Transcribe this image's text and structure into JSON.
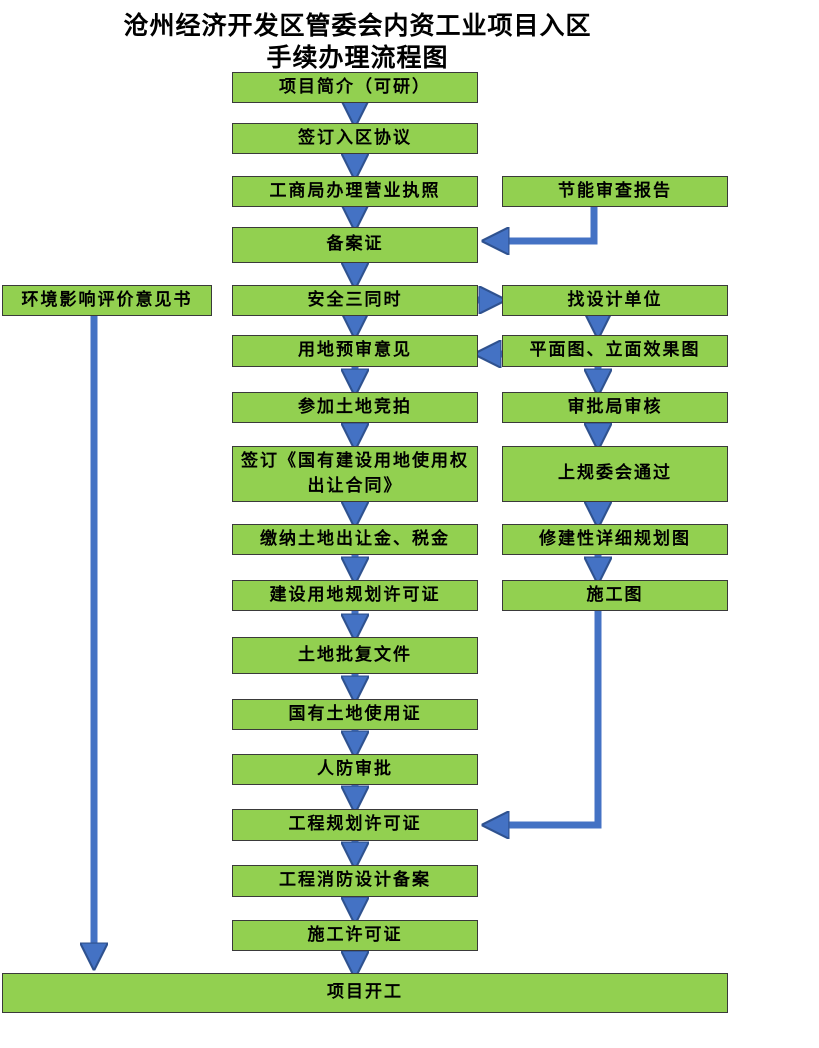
{
  "title": {
    "line1": "沧州经济开发区管委会内资工业项目入区",
    "line2": "手续办理流程图"
  },
  "main_steps": [
    "项目简介（可研）",
    "签订入区协议",
    "工商局办理营业执照",
    "备案证",
    "安全三同时",
    "用地预审意见",
    "参加土地竞拍",
    "签订《国有建设用地使用权出让合同》",
    "缴纳土地出让金、税金",
    "建设用地规划许可证",
    "土地批复文件",
    "国有土地使用证",
    "人防审批",
    "工程规划许可证",
    "工程消防设计备案",
    "施工许可证"
  ],
  "right_steps": [
    "节能审查报告",
    "找设计单位",
    "平面图、立面效果图",
    "审批局审核",
    "上规委会通过",
    "修建性详细规划图",
    "施工图"
  ],
  "left_step": "环境影响评价意见书",
  "final_step": "项目开工",
  "colors": {
    "box_fill": "#92d050",
    "arrow": "#4472c4",
    "arrow_edge": "#2f528f"
  }
}
